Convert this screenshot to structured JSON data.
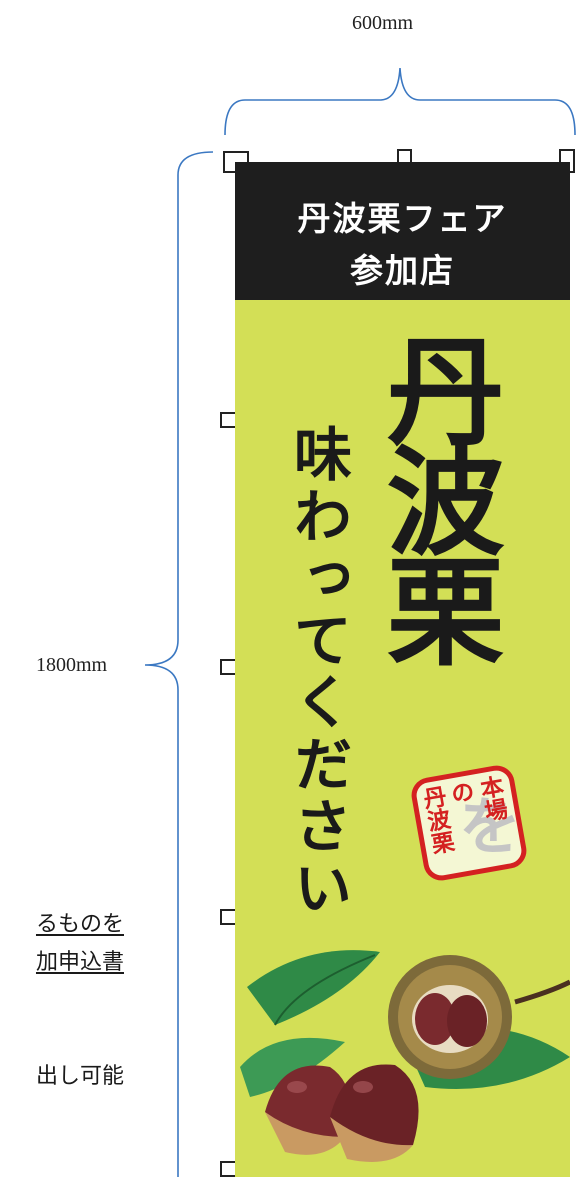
{
  "dimensions": {
    "width_label": "600mm",
    "height_label": "1800mm"
  },
  "banner": {
    "header_line1": "丹波栗フェア",
    "header_line2": "参加店",
    "main_text": "丹波栗",
    "particle": "を",
    "sub_text": "味わってください",
    "stamp": {
      "col1": "本場",
      "col2": "の",
      "col3": "丹波栗"
    },
    "colors": {
      "banner_background": "#d3df56",
      "header_background": "#1e1e1e",
      "stamp_red": "#d42121",
      "chestnut": "#7a2a2e"
    }
  },
  "side_text": {
    "line1": "るものを",
    "line2": "加申込書",
    "line3": "出し可能"
  }
}
